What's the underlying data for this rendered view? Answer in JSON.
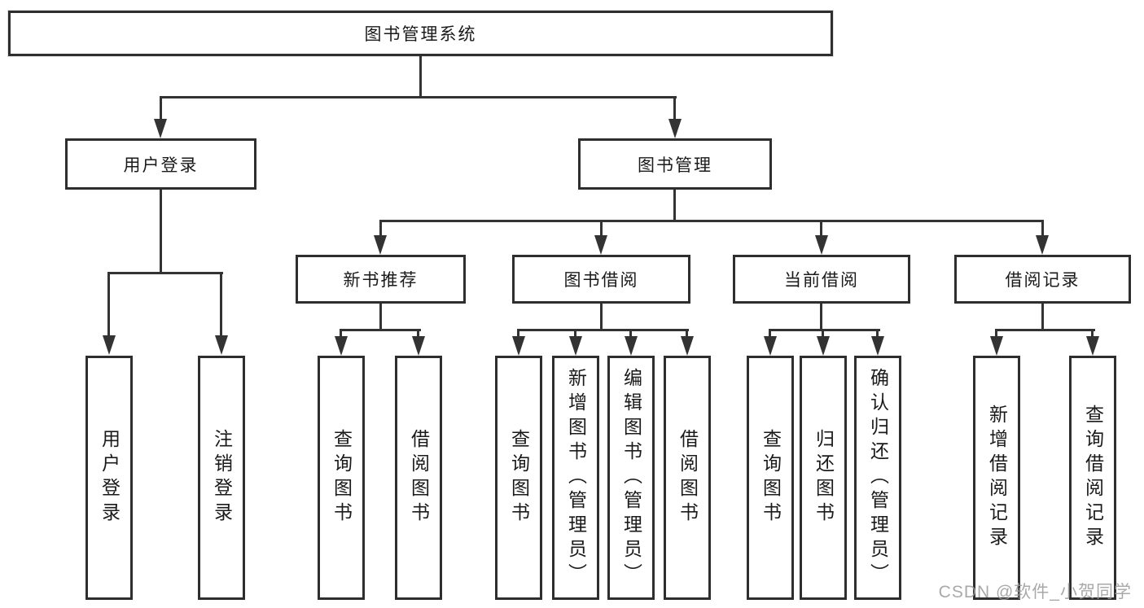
{
  "diagram": {
    "root": {
      "label": "图书管理系统"
    },
    "children": [
      {
        "label": "用户登录",
        "children": [
          {
            "label": "用户登录"
          },
          {
            "label": "注销登录"
          }
        ]
      },
      {
        "label": "图书管理",
        "children": [
          {
            "label": "新书推荐",
            "children": [
              {
                "label": "查询图书"
              },
              {
                "label": "借阅图书"
              }
            ]
          },
          {
            "label": "图书借阅",
            "children": [
              {
                "label": "查询图书"
              },
              {
                "label": "新增图书（管理员）"
              },
              {
                "label": "编辑图书（管理员）"
              },
              {
                "label": "借阅图书"
              }
            ]
          },
          {
            "label": "当前借阅",
            "children": [
              {
                "label": "查询图书"
              },
              {
                "label": "归还图书"
              },
              {
                "label": "确认归还（管理员）"
              }
            ]
          },
          {
            "label": "借阅记录",
            "children": [
              {
                "label": "新增借阅记录"
              },
              {
                "label": "查询借阅记录"
              }
            ]
          }
        ]
      }
    ]
  },
  "watermark": {
    "text": "CSDN @软件_小贺同学"
  },
  "colors": {
    "line": "#333333",
    "border": "#2e2e2e",
    "text": "#1a1a1a",
    "background": "#ffffff",
    "watermark": "#9b9b9b"
  }
}
